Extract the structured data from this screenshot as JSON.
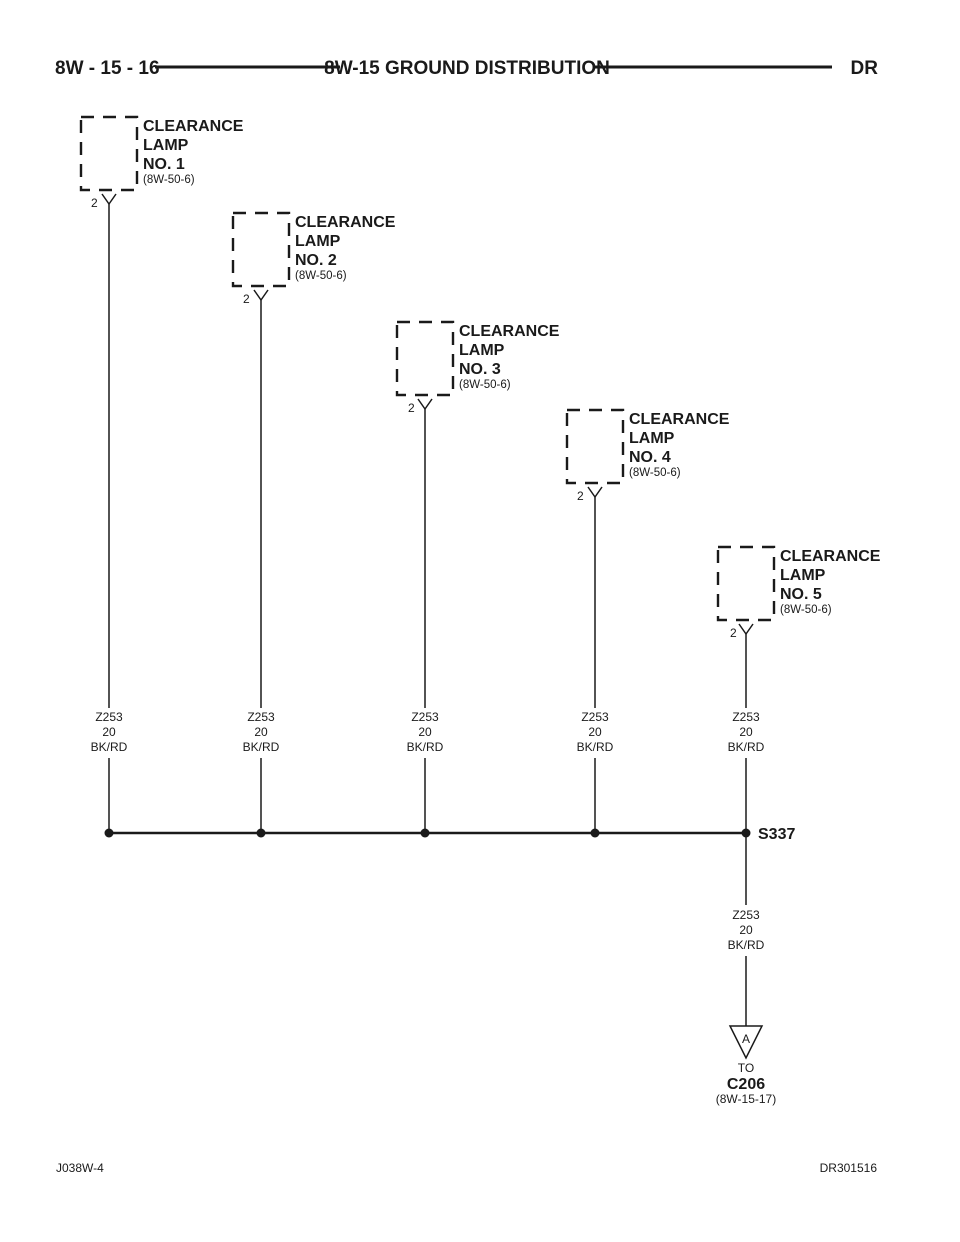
{
  "header": {
    "page_number": "8W - 15 - 16",
    "title": "8W-15 GROUND DISTRIBUTION",
    "model": "DR"
  },
  "components": [
    {
      "lines": [
        "CLEARANCE",
        "LAMP",
        "NO. 1"
      ],
      "ref": "(8W-50-6)",
      "pin": "2",
      "wire": [
        "Z253",
        "20",
        "BK/RD"
      ]
    },
    {
      "lines": [
        "CLEARANCE",
        "LAMP",
        "NO. 2"
      ],
      "ref": "(8W-50-6)",
      "pin": "2",
      "wire": [
        "Z253",
        "20",
        "BK/RD"
      ]
    },
    {
      "lines": [
        "CLEARANCE",
        "LAMP",
        "NO. 3"
      ],
      "ref": "(8W-50-6)",
      "pin": "2",
      "wire": [
        "Z253",
        "20",
        "BK/RD"
      ]
    },
    {
      "lines": [
        "CLEARANCE",
        "LAMP",
        "NO. 4"
      ],
      "ref": "(8W-50-6)",
      "pin": "2",
      "wire": [
        "Z253",
        "20",
        "BK/RD"
      ]
    },
    {
      "lines": [
        "CLEARANCE",
        "LAMP",
        "NO. 5"
      ],
      "ref": "(8W-50-6)",
      "pin": "2",
      "wire": [
        "Z253",
        "20",
        "BK/RD"
      ]
    }
  ],
  "splice": {
    "name": "S337"
  },
  "output_wire": [
    "Z253",
    "20",
    "BK/RD"
  ],
  "connector": {
    "marker": "A",
    "to": "TO",
    "name": "C206",
    "ref": "(8W-15-17)"
  },
  "footer": {
    "left": "J038W-4",
    "right": "DR301516"
  }
}
